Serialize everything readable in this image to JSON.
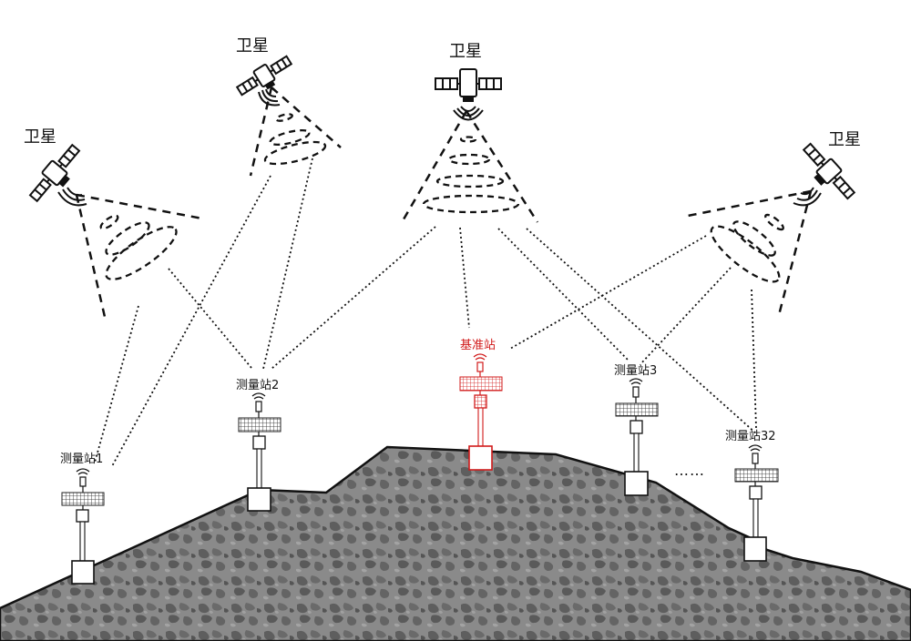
{
  "labels": {
    "satellite": "卫星",
    "station_1": "测量站1",
    "station_2": "测量站2",
    "station_3": "测量站3",
    "station_32": "测量站32",
    "reference_station": "基准站",
    "ellipsis": "……"
  },
  "colors": {
    "line": "#111111",
    "reference": "#d11a1a",
    "terrain": "#8a8a8a",
    "terrain_dark": "#5e5e5e",
    "background": "#ffffff"
  },
  "icons": {
    "satellite": "satellite-icon",
    "antenna": "antenna-icon",
    "solar_panel": "solar-panel-icon"
  }
}
